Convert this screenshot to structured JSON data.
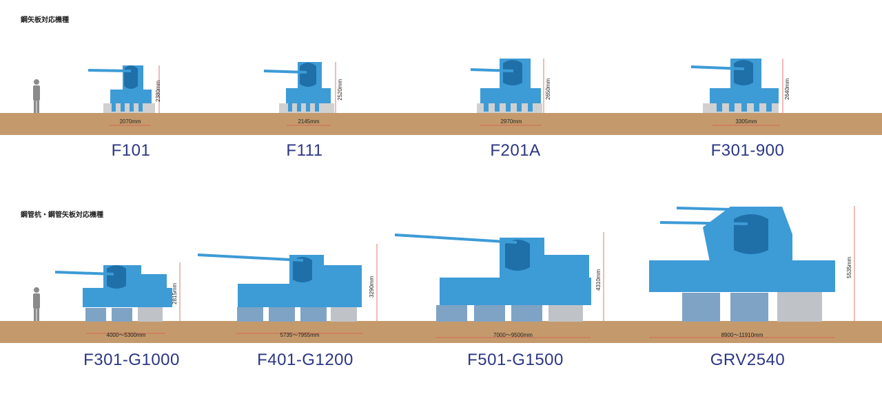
{
  "sections": {
    "sheet_pile_title": "鋼矢板対応機種",
    "pipe_pile_title": "鋼管杭・鋼管矢板対応機種"
  },
  "machines": [
    {
      "model": "F101",
      "width": "2070mm",
      "height": "2380mm"
    },
    {
      "model": "F111",
      "width": "2145mm",
      "height": "2520mm"
    },
    {
      "model": "F201A",
      "width": "2970mm",
      "height": "2650mm"
    },
    {
      "model": "F301-900",
      "width": "3305mm",
      "height": "2640mm"
    },
    {
      "model": "F301-G1000",
      "width": "4000～5300mm",
      "height": "2815mm"
    },
    {
      "model": "F401-G1200",
      "width": "5735～7955mm",
      "height": "3290mm"
    },
    {
      "model": "F501-G1500",
      "width": "7000～9500mm",
      "height": "4310mm"
    },
    {
      "model": "GRV2540",
      "width": "8900～11910mm",
      "height": "5535mm"
    }
  ],
  "colors": {
    "machine": "#3d9bd6",
    "machine_dark": "#1f6fa8",
    "ground": "#c49a6c",
    "model_text": "#2b3683",
    "dimension_line": "#d9534f",
    "pile": "#7fa3c4",
    "pile_grey": "#bfc3c8"
  }
}
